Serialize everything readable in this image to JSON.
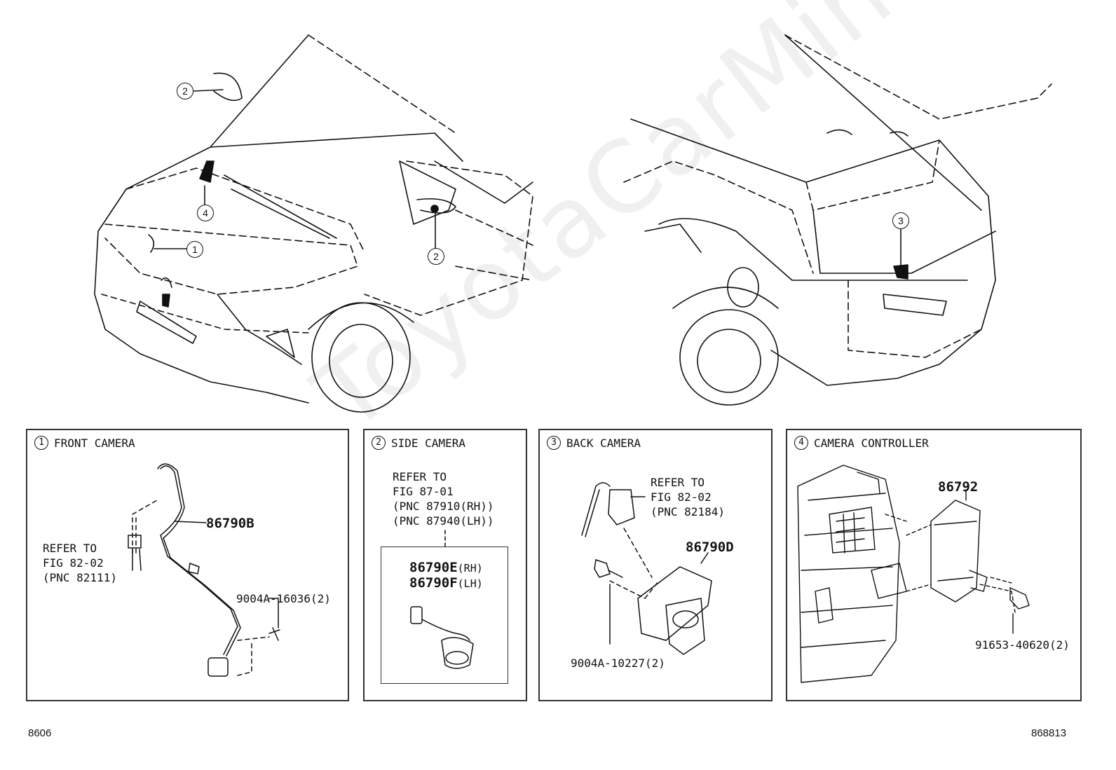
{
  "watermark": "ToyotaCarMine.ru",
  "callouts": {
    "c1": "1",
    "c2": "2",
    "c3": "3",
    "c4": "4"
  },
  "panels": {
    "front": {
      "num": "1",
      "title": "FRONT CAMERA",
      "part": "86790B",
      "refer": "REFER TO\nFIG 82-02\n(PNC 82111)",
      "bolt": "9004A-16036(2)"
    },
    "side": {
      "num": "2",
      "title": "SIDE CAMERA",
      "refer": "REFER TO\nFIG 87-01\n(PNC 87910(RH))\n(PNC 87940(LH))",
      "part_rh": "86790E",
      "rh": "(RH)",
      "part_lh": "86790F",
      "lh": "(LH)"
    },
    "back": {
      "num": "3",
      "title": "BACK CAMERA",
      "refer": "REFER TO\nFIG 82-02\n(PNC 82184)",
      "part": "86790D",
      "bolt": "9004A-10227(2)"
    },
    "controller": {
      "num": "4",
      "title": "CAMERA CONTROLLER",
      "part": "86792",
      "bolt": "91653-40620(2)"
    }
  },
  "footer": {
    "left": "8606",
    "right": "868813"
  }
}
